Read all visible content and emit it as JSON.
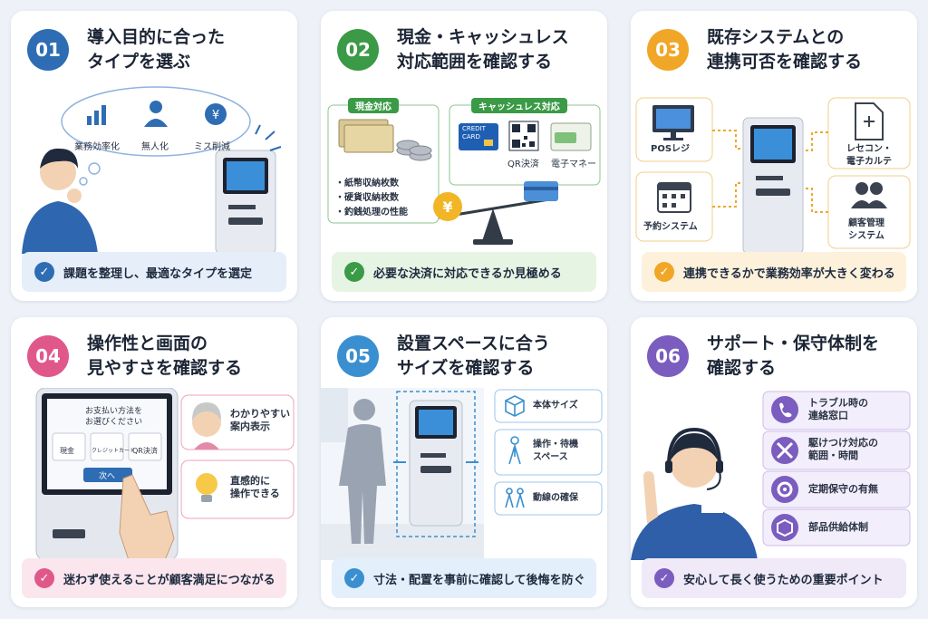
{
  "cards": [
    {
      "num": "01",
      "title": [
        "導入目的に合った",
        "タイプを選ぶ"
      ],
      "bar": "課題を整理し、最適なタイプを選定",
      "bubble": [
        "業務効率化",
        "無人化",
        "ミス削減"
      ],
      "accent": "#2e6db4"
    },
    {
      "num": "02",
      "title": [
        "現金・キャッシュレス",
        "対応範囲を確認する"
      ],
      "bar": "必要な決済に対応できるか見極める",
      "cash_label": "現金対応",
      "cashless_label": "キャッシュレス対応",
      "cash_items": [
        "・紙幣収納枚数",
        "・硬貨収納枚数",
        "・釣銭処理の性能"
      ],
      "card_text": [
        "CREDIT",
        "CARD"
      ],
      "cashless_items": [
        "QR決済",
        "電子マネー"
      ],
      "coin_symbol": "¥",
      "accent": "#3a9a46"
    },
    {
      "num": "03",
      "title": [
        "既存システムとの",
        "連携可否を確認する"
      ],
      "bar": "連携できるかで業務効率が大きく変わる",
      "systems": [
        "POSレジ",
        "予約システム",
        "レセコン・",
        "電子カルテ",
        "顧客管理",
        "システム"
      ],
      "accent": "#f0a727"
    },
    {
      "num": "04",
      "title": [
        "操作性と画面の",
        "見やすさを確認する"
      ],
      "bar": "迷わず使えることが顧客満足につながる",
      "screen_prompt": [
        "お支払い方法を",
        "お選びください"
      ],
      "screen_options": [
        "現金",
        "クレジットカード",
        "QR決済"
      ],
      "screen_next": "次へ",
      "tips": [
        "わかりやすい",
        "案内表示",
        "直感的に",
        "操作できる"
      ],
      "accent": "#e0588a"
    },
    {
      "num": "05",
      "title": [
        "設置スペースに合う",
        "サイズを確認する"
      ],
      "bar": "寸法・配置を事前に確認して後悔を防ぐ",
      "checks": [
        "本体サイズ",
        "操作・待機",
        "スペース",
        "動線の確保"
      ],
      "accent": "#3a8fd0"
    },
    {
      "num": "06",
      "title": [
        "サポート・保守体制を",
        "確認する"
      ],
      "bar": "安心して長く使うための重要ポイント",
      "support": [
        "トラブル時の",
        "連絡窓口",
        "駆けつけ対応の",
        "範囲・時間",
        "定期保守の有無",
        "部品供給体制"
      ],
      "accent": "#7b5cbf"
    }
  ]
}
